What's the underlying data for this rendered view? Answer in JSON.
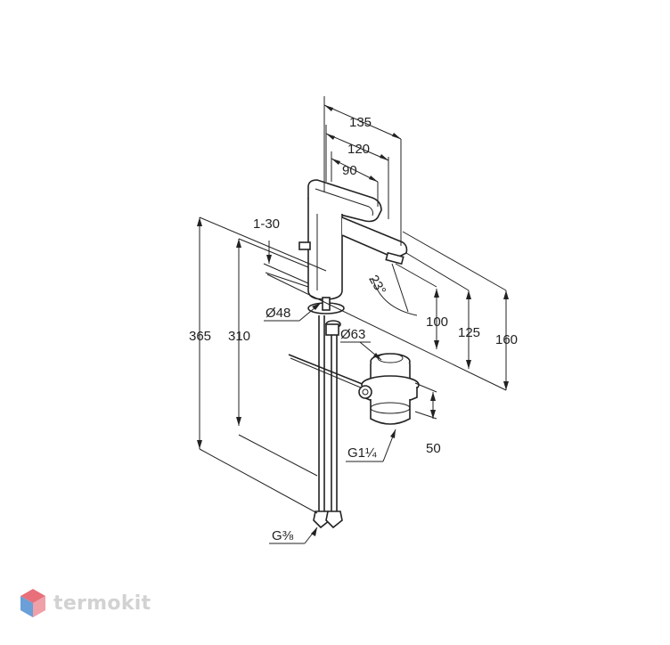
{
  "dimensions": {
    "d135": "135",
    "d120": "120",
    "d90": "90",
    "d1_30": "1-30",
    "d23": "23°",
    "d48": "Ø48",
    "d63": "Ø63",
    "d365": "365",
    "d310": "310",
    "d100": "100",
    "d125": "125",
    "d160": "160",
    "d50": "50",
    "g114": "G1¼",
    "g38": "G⅜"
  },
  "brand": {
    "name": "termokit",
    "colors": {
      "red": "#e8707a",
      "blue": "#6a9fd8",
      "gray": "#d2d2d2"
    }
  }
}
